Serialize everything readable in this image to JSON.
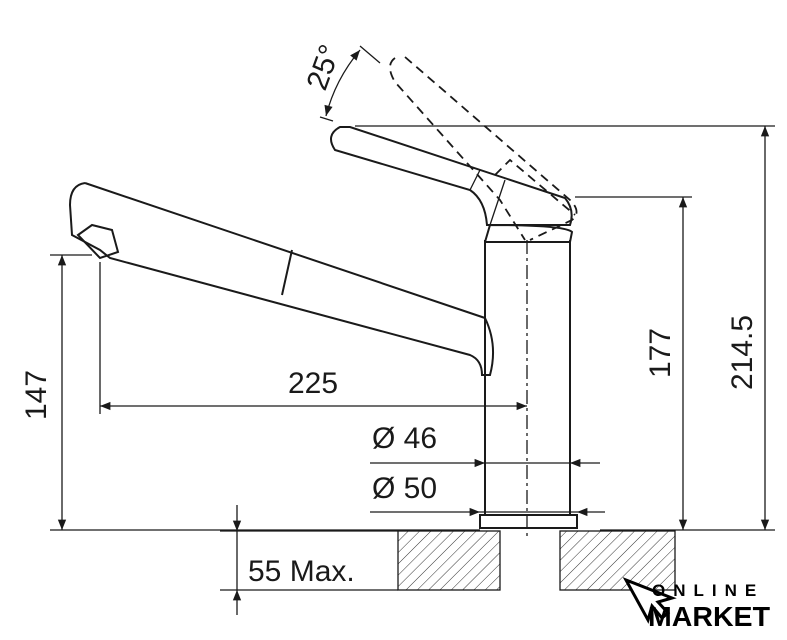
{
  "dimensions": {
    "lever_angle": "25°",
    "spout_height": "147",
    "spout_reach": "225",
    "diameter_body": "Ø 46",
    "diameter_base": "Ø 50",
    "max_counter_thickness": "55 Max.",
    "body_height": "177",
    "total_height": "214.5"
  },
  "logo": {
    "line1": "ONLINE",
    "line2": "MARKET"
  }
}
